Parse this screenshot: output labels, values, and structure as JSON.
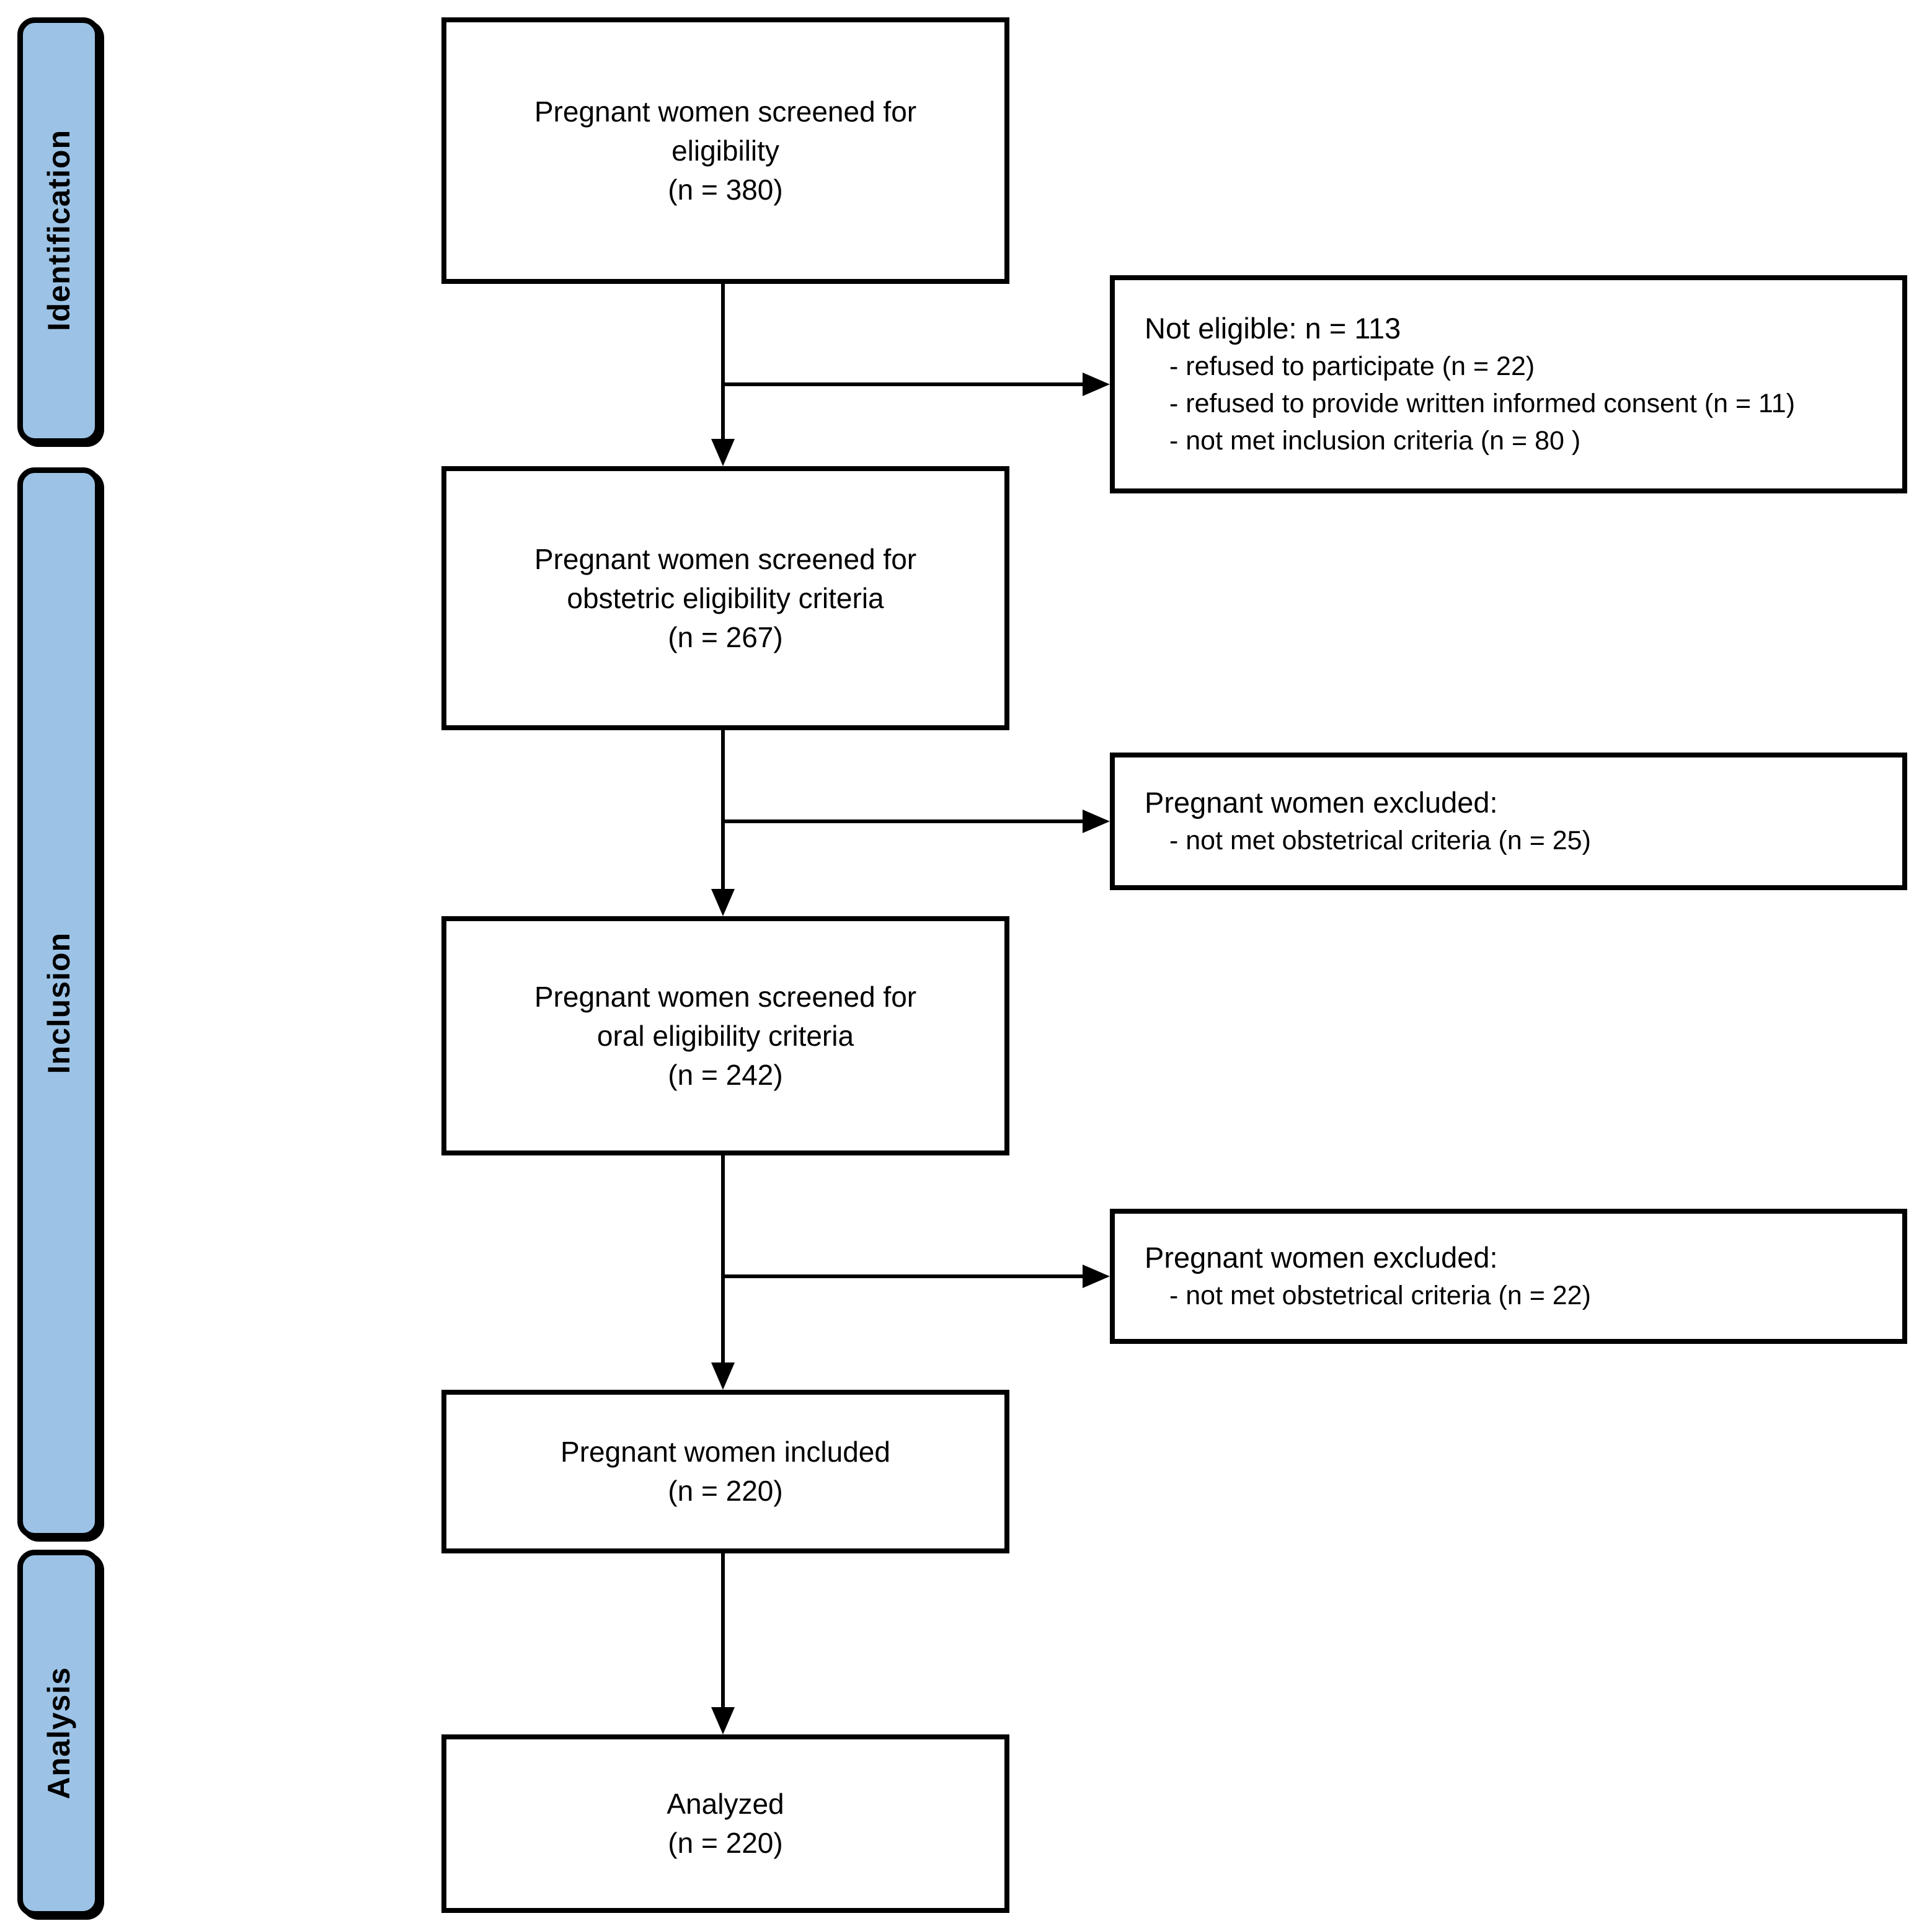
{
  "sidebar": {
    "items": [
      {
        "id": "identification",
        "label": "Identification"
      },
      {
        "id": "inclusion",
        "label": "Inclusion"
      },
      {
        "id": "analysis",
        "label": "Analysis"
      }
    ]
  },
  "flow": {
    "boxes": [
      {
        "id": "screened-eligibility",
        "n": 380,
        "lines": [
          "Pregnant women screened for",
          "eligibility",
          "(n = 380)"
        ]
      },
      {
        "id": "screened-obstetric",
        "n": 267,
        "lines": [
          "Pregnant women screened for",
          "obstetric eligibility criteria",
          "(n = 267)"
        ]
      },
      {
        "id": "screened-oral",
        "n": 242,
        "lines": [
          "Pregnant women screened for",
          "oral eligibility criteria",
          "(n = 242)"
        ]
      },
      {
        "id": "included",
        "n": 220,
        "lines": [
          "Pregnant women included",
          "(n = 220)"
        ]
      },
      {
        "id": "analyzed",
        "n": 220,
        "lines": [
          "Analyzed",
          "(n = 220)"
        ]
      }
    ],
    "side_boxes": [
      {
        "id": "not-eligible",
        "title": "Not eligible: n = 113",
        "items": [
          "- refused to participate (n = 22)",
          "- refused to provide written informed consent (n = 11)",
          "- not met inclusion criteria (n = 80 )"
        ]
      },
      {
        "id": "excluded-obstetrical-criteria-25",
        "title": "Pregnant women excluded:",
        "items": [
          "- not met obstetrical criteria (n = 25)"
        ]
      },
      {
        "id": "excluded-obstetrical-criteria-22",
        "title": "Pregnant women excluded:",
        "items": [
          "- not met obstetrical criteria (n = 22)"
        ]
      }
    ]
  },
  "colors": {
    "sidebar_fill": "#9CC3E6",
    "border": "#000000",
    "background": "#FFFFFF",
    "text": "#000000"
  }
}
